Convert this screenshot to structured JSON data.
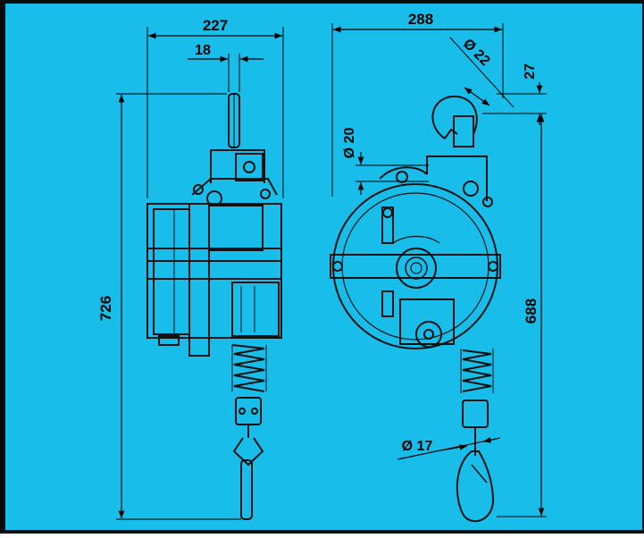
{
  "colors": {
    "background": "#18bde9",
    "frame": "#0b0b0b",
    "line": "#111111",
    "dimension": "#000000"
  },
  "dimensions": {
    "overall_width_side": "227",
    "rope_width": "18",
    "overall_height_side": "726",
    "overall_width_front": "288",
    "hook_diameter": "Ø 22",
    "hook_offset": "27",
    "shaft_diameter": "Ø 20",
    "overall_height_front": "688",
    "rope_diameter": "Ø 17"
  },
  "views": {
    "side": "side-view",
    "front": "front-view"
  }
}
